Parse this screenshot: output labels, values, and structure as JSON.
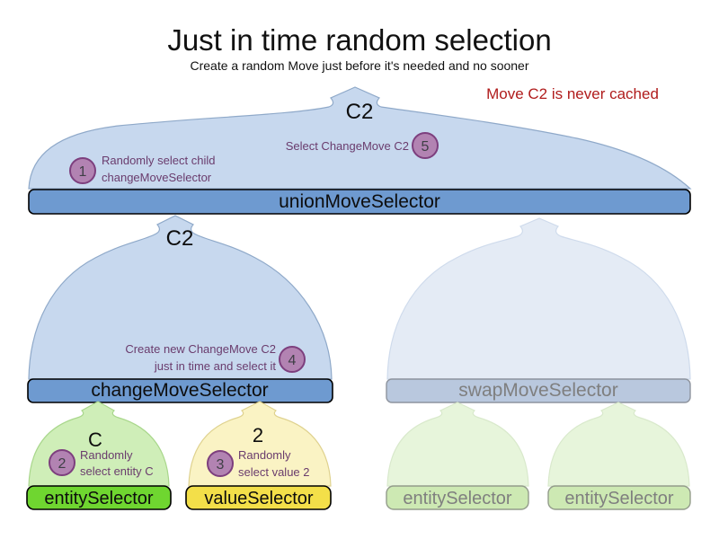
{
  "title": "Just in time random selection",
  "subtitle": "Create a random Move just before it's needed and no sooner",
  "note": "Move C2 is never cached",
  "colors": {
    "arch_blue": "#c7d8ee",
    "bar_blue": "#6e9ad0",
    "faded_arch_blue": "#e4ebf5",
    "faded_bar_blue": "#b9c8de",
    "arch_green": "#cfeeb8",
    "bar_green": "#6fd630",
    "arch_yellow": "#faf3c4",
    "bar_yellow": "#f3df49",
    "faded_arch_green": "#e7f5db",
    "faded_bar_green": "#cde9b3",
    "step_circle": "#b283b2",
    "step_circle_border": "#7d3f7e",
    "caption_purple": "#6a3c6d",
    "note_red": "#b01c1c",
    "faded_text": "#7f7f7f"
  },
  "union": {
    "output": "C2",
    "bar": "unionMoveSelector",
    "step1": {
      "num": "1",
      "line1": "Randomly select child",
      "line2": "changeMoveSelector"
    },
    "step5": {
      "num": "5",
      "text": "Select ChangeMove C2"
    }
  },
  "change": {
    "output": "C2",
    "bar": "changeMoveSelector",
    "step4": {
      "num": "4",
      "line1": "Create new ChangeMove C2",
      "line2": "just in time and select it"
    }
  },
  "swap": {
    "bar": "swapMoveSelector"
  },
  "entity": {
    "output": "C",
    "bar": "entitySelector",
    "step2": {
      "num": "2",
      "line1": "Randomly",
      "line2": "select entity C"
    }
  },
  "value": {
    "output": "2",
    "bar": "valueSelector",
    "step3": {
      "num": "3",
      "line1": "Randomly",
      "line2": "select value 2"
    }
  },
  "faded_selectors": [
    {
      "bar": "entitySelector"
    },
    {
      "bar": "entitySelector"
    }
  ]
}
